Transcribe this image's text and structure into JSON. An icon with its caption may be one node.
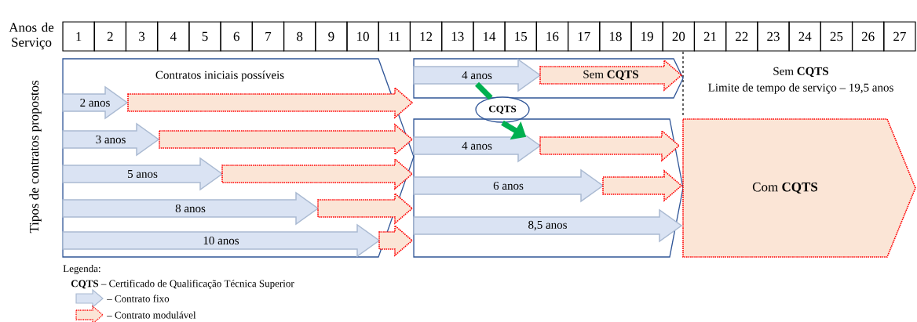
{
  "diagram": {
    "nodes": [
      {
        "text": [
          "Contratos iniciais  possíveis"
        ]
      },
      {
        "text": [
          "2 anos"
        ],
        "in": 0
      },
      {
        "text": [],
        "shape": "bar",
        "in": 0
      },
      {
        "text": [
          "3 anos"
        ],
        "in": 0
      },
      {
        "text": [],
        "shape": "bar",
        "in": 0
      },
      {
        "text": [
          "5 anos"
        ],
        "in": 0
      },
      {
        "text": [],
        "shape": "bar",
        "in": 0
      },
      {
        "text": [
          "8 anos"
        ],
        "in": 0
      },
      {
        "text": [],
        "shape": "bar",
        "in": 0
      },
      {
        "text": [
          "10 anos"
        ],
        "in": 0
      },
      {
        "text": [],
        "shape": "bar"
      },
      {
        "text": [],
        "shape": "box"
      },
      {
        "text": [
          "4 anos"
        ],
        "in": 11
      },
      {
        "text": [
          "Sem **CQTS**"
        ],
        "in": 11
      },
      {
        "text": [
          "CQTS"
        ]
      },
      {
        "text": [],
        "shape": "box"
      },
      {
        "text": [
          "4 anos"
        ],
        "in": 15
      },
      {
        "text": [],
        "shape": "bar",
        "in": 15
      },
      {
        "text": [
          "6 anos"
        ],
        "in": 15
      },
      {
        "text": [],
        "shape": "bar",
        "in": 15
      },
      {
        "text": [
          "8,5 anos"
        ],
        "in": 15
      },
      {
        "text": [
          "Com **CQTS**"
        ]
      }
    ],
    "edges": [
      {
        "from": 12,
        "to": 14,
        "arrow": "none",
        "color": "#00b050"
      },
      {
        "from": 14,
        "to": 16,
        "arrow": "to",
        "color": "#00b050"
      }
    ],
    "labels": [
      "Anos de Serviço",
      "1",
      "2",
      "3",
      "4",
      "5",
      "6",
      "7",
      "8",
      "9",
      "10",
      "11",
      "12",
      "13",
      "14",
      "15",
      "16",
      "17",
      "18",
      "19",
      "20",
      "21",
      "22",
      "23",
      "24",
      "25",
      "26",
      "27",
      "Tipos de contratos propostos",
      "Sem **CQTS**",
      "Limite  de tempo de serviço – 19,5 anos",
      "Legenda:",
      "**CQTS** – Certificado de Qualificação Técnica Superior"
    ],
    "legend": [
      {
        "text": "– Contrato fixo"
      },
      {
        "text": "– Contrato modulável"
      }
    ]
  }
}
